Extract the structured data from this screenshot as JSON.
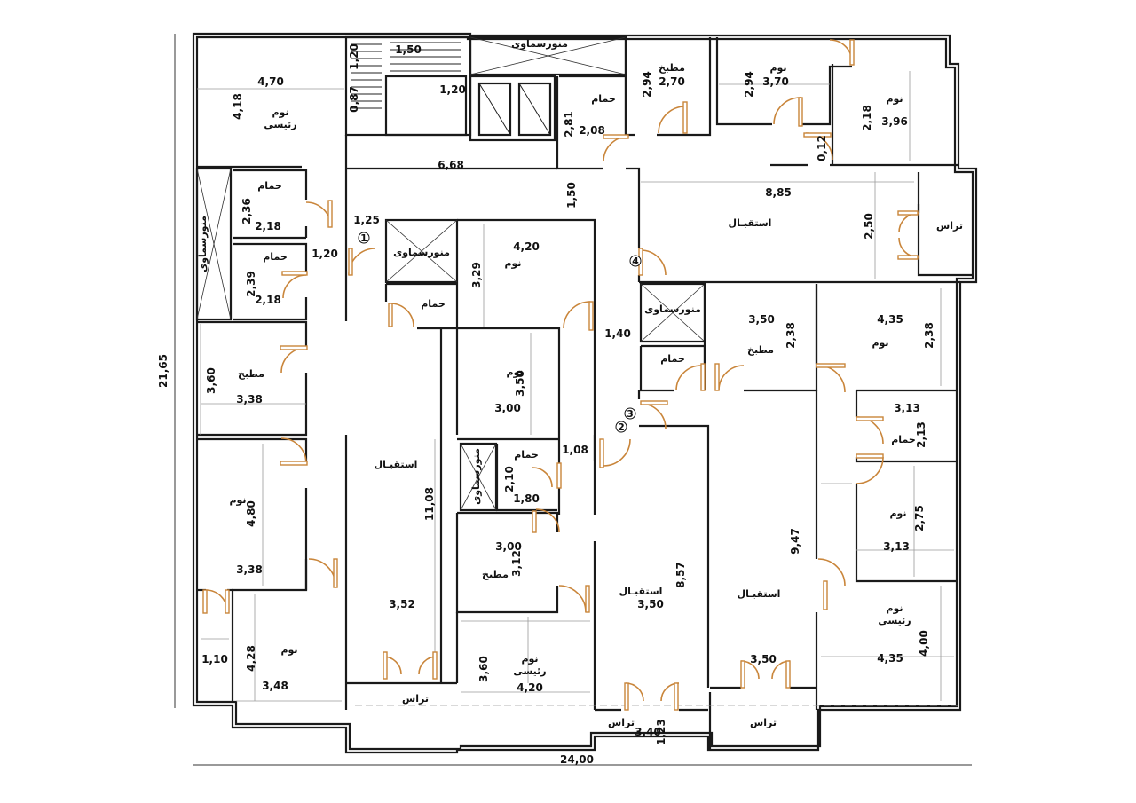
{
  "labels": {
    "shaft": "منورسماوی",
    "kitchen": "مطبخ",
    "bedroom": "نوم",
    "master_bedroom_1": "نوم",
    "master_bedroom_2": "رئيسى",
    "bathroom": "حمام",
    "reception": "استقبـال",
    "terrace": "تراس"
  },
  "markers": [
    "1",
    "2",
    "3",
    "4"
  ],
  "dimensions": {
    "overall_height": "21,65",
    "overall_width": "24,00",
    "d_4_70": "4,70",
    "d_4_18": "4,18",
    "d_1_20a": "1,20",
    "d_1_50a": "1,50",
    "d_0_87": "0,87",
    "d_1_20b": "1,20",
    "d_2_94a": "2,94",
    "d_2_70": "2,70",
    "d_2_94b": "2,94",
    "d_3_70": "3,70",
    "d_2_18a": "2,18",
    "d_3_96": "3,96",
    "d_2_81": "2,81",
    "d_2_08": "2,08",
    "d_0_12": "0,12",
    "d_6_68": "6,68",
    "d_1_50b": "1,50",
    "d_8_85": "8,85",
    "d_2_50": "2,50",
    "d_2_36": "2,36",
    "d_2_18b": "2,18",
    "d_1_25": "1,25",
    "d_1_20c": "1,20",
    "d_2_39": "2,39",
    "d_2_18c": "2,18",
    "d_4_20a": "4,20",
    "d_3_29": "3,29",
    "d_1_40": "1,40",
    "d_3_50a": "3,50",
    "d_2_38a": "2,38",
    "d_4_35a": "4,35",
    "d_2_38b": "2,38",
    "d_3_60a": "3,60",
    "d_3_38a": "3,38",
    "d_3_50b": "3,50",
    "d_3_00a": "3,00",
    "d_3_13a": "3,13",
    "d_2_13": "2,13",
    "d_2_10": "2,10",
    "d_1_80": "1,80",
    "d_1_08": "1,08",
    "d_4_80": "4,80",
    "d_3_38b": "3,38",
    "d_11_08": "11,08",
    "d_3_00b": "3,00",
    "d_3_12": "3,12",
    "d_8_57": "8,57",
    "d_9_47": "9,47",
    "d_2_75": "2,75",
    "d_3_13b": "3,13",
    "d_3_52": "3,52",
    "d_3_50c": "3,50",
    "d_4_00": "4,00",
    "d_4_35b": "4,35",
    "d_1_10": "1,10",
    "d_4_28": "4,28",
    "d_3_48": "3,48",
    "d_3_60b": "3,60",
    "d_4_20b": "4,20",
    "d_3_50d": "3,50",
    "d_3_40": "3,40",
    "d_1_23": "1,23"
  }
}
